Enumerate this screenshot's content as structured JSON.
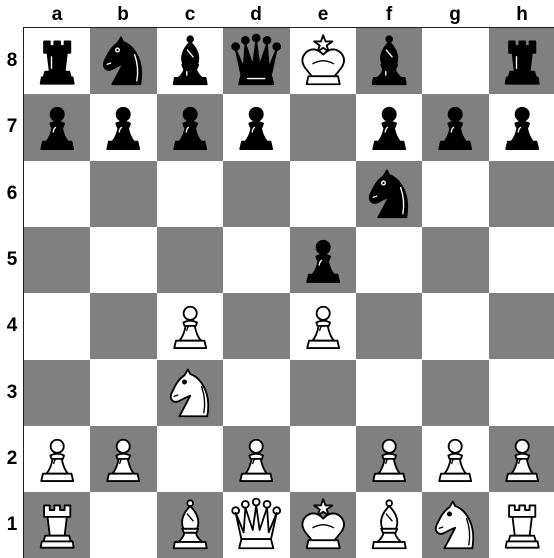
{
  "board": {
    "files": [
      "a",
      "b",
      "c",
      "d",
      "e",
      "f",
      "g",
      "h"
    ],
    "ranks": [
      "8",
      "7",
      "6",
      "5",
      "4",
      "3",
      "2",
      "1"
    ],
    "colors": {
      "light_square": "#ffffff",
      "dark_square": "#808080",
      "white_piece_fill": "#ffffff",
      "black_piece_fill": "#000000"
    },
    "position": [
      [
        "br",
        "bn",
        "bb",
        "bq",
        "wk",
        "bb",
        null,
        "br"
      ],
      [
        "bp",
        "bp",
        "bp",
        "bp",
        null,
        "bp",
        "bp",
        "bp"
      ],
      [
        null,
        null,
        null,
        null,
        null,
        "bn",
        null,
        null
      ],
      [
        null,
        null,
        null,
        null,
        "bp",
        null,
        null,
        null
      ],
      [
        null,
        null,
        "wp",
        null,
        "wp",
        null,
        null,
        null
      ],
      [
        null,
        null,
        "wn",
        null,
        null,
        null,
        null,
        null
      ],
      [
        "wp",
        "wp",
        null,
        "wp",
        null,
        "wp",
        "wp",
        "wp"
      ],
      [
        "wr",
        null,
        "wb",
        "wq",
        "wk",
        "wb",
        "wn",
        "wr"
      ]
    ],
    "piece_icons": {
      "p": "pawn-icon",
      "n": "knight-icon",
      "b": "bishop-icon",
      "r": "rook-icon",
      "q": "queen-icon",
      "k": "king-icon"
    }
  }
}
